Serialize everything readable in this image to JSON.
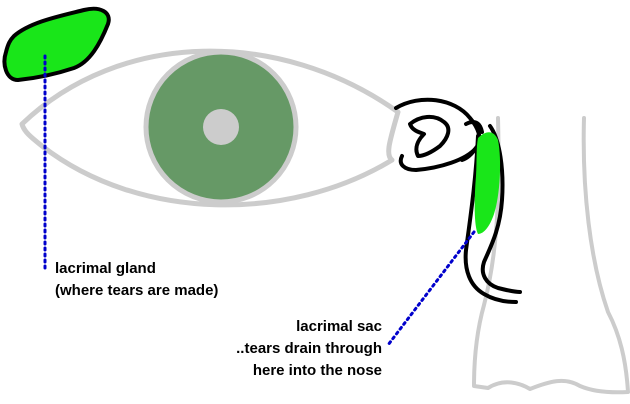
{
  "labels": {
    "gland_line1": "lacrimal gland",
    "gland_line2": "(where tears are made)",
    "sac_line1": "lacrimal sac",
    "sac_line2": "..tears drain through",
    "sac_line3": "here into the nose"
  },
  "colors": {
    "gland_fill": "#19e619",
    "iris_fill": "#669966",
    "pupil_fill": "#cccccc",
    "outline_gray": "#cccccc",
    "outline_black": "#000000",
    "pointer_dots": "#0000cc"
  }
}
